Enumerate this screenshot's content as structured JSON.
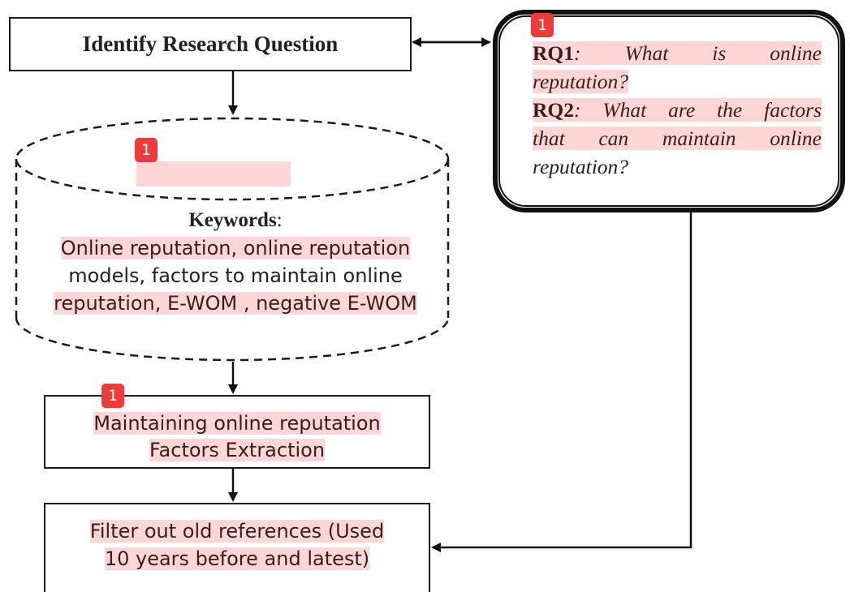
{
  "identify": {
    "label": "Identify Research Question"
  },
  "research_questions": {
    "rq1_tag": "RQ1",
    "rq1_lines": [
      ": What is online",
      "reputation?"
    ],
    "rq2_tag": "RQ2",
    "rq2_lines": [
      ": What are the factors",
      "that can maintain online",
      "reputation?"
    ]
  },
  "database": {
    "keywords_title": "Keywords",
    "keywords_colon": ":",
    "keywords_lines": [
      "Online reputation, online reputation",
      "models, factors to maintain online",
      "reputation, E-WOM , negative E-WOM"
    ]
  },
  "factors_box": {
    "lines": [
      "Maintaining online reputation",
      "Factors Extraction"
    ]
  },
  "filter_box": {
    "lines": [
      "Filter out old references (Used",
      "10 years before and latest)"
    ]
  },
  "badges": {
    "rq": "1",
    "database": "1",
    "factors": "1"
  },
  "colors": {
    "highlight": "#ffb4b4",
    "badge": "#f03a3a",
    "stroke": "#1a1a1a"
  }
}
